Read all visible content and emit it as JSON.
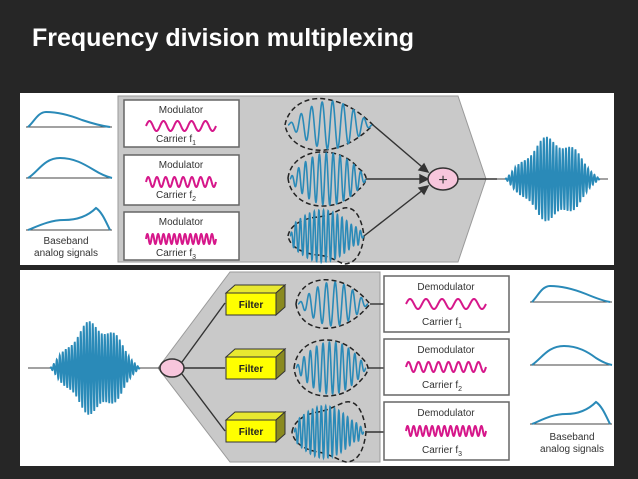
{
  "slide": {
    "title": "Frequency division multiplexing"
  },
  "multiplexer": {
    "modulators": [
      {
        "label": "Modulator",
        "carrier": "Carrier f",
        "sub": "1"
      },
      {
        "label": "Modulator",
        "carrier": "Carrier f",
        "sub": "2"
      },
      {
        "label": "Modulator",
        "carrier": "Carrier f",
        "sub": "3"
      }
    ],
    "combiner_symbol": "+",
    "baseband_caption_line1": "Baseband",
    "baseband_caption_line2": "analog signals"
  },
  "demultiplexer": {
    "filters": [
      "Filter",
      "Filter",
      "Filter"
    ],
    "demodulators": [
      {
        "label": "Demodulator",
        "carrier": "Carrier f",
        "sub": "1"
      },
      {
        "label": "Demodulator",
        "carrier": "Carrier f",
        "sub": "2"
      },
      {
        "label": "Demodulator",
        "carrier": "Carrier f",
        "sub": "3"
      }
    ],
    "baseband_caption_line1": "Baseband",
    "baseband_caption_line2": "analog signals"
  },
  "colors": {
    "background": "#262626",
    "panel": "#ffffff",
    "gray_region": "#c9c9c9",
    "wave_blue": "#2a8ab8",
    "carrier_magenta": "#d6178a",
    "filter_yellow": "#ffff00",
    "splitter_pink": "#f7c6dc"
  }
}
